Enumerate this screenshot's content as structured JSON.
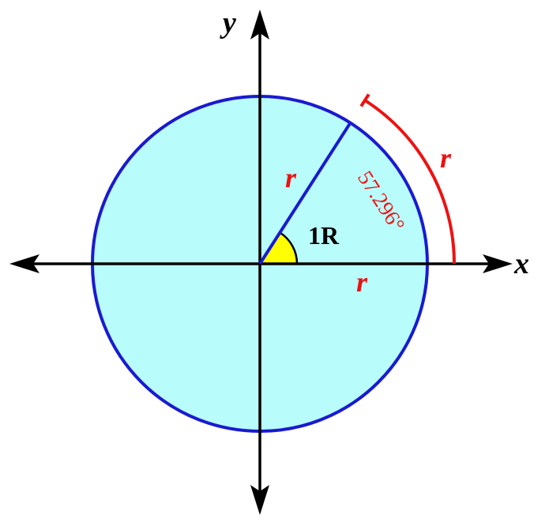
{
  "axes": {
    "x_label": "x",
    "y_label": "y"
  },
  "labels": {
    "radius_along_line": "r",
    "radius_on_axis": "r",
    "arc_length": "r",
    "angle": "1R",
    "angle_degrees": "57.296°"
  },
  "colors": {
    "circle_fill": "#b8fcfb",
    "circle_stroke": "#1a1ad0",
    "radius_line": "#1a1ad0",
    "arc": "#ee1111",
    "angle_fill": "#ffff00",
    "axes": "#000000"
  },
  "angle_radians": 1
}
